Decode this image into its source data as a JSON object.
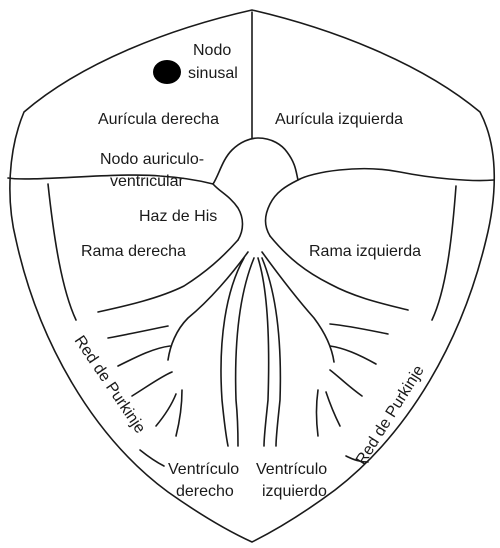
{
  "labels": {
    "nodo_sinusal_line1": "Nodo",
    "nodo_sinusal_line2": "sinusal",
    "auricula_derecha": "Aurícula  derecha",
    "auricula_izquierda": "Aurícula izquierda",
    "nodo_av_line1": "Nodo auriculo-",
    "nodo_av_line2": "ventricular",
    "haz_de_his": "Haz de His",
    "rama_derecha": "Rama derecha",
    "rama_izquierda": "Rama izquierda",
    "red_purkinje_left": "Red de Purkinje",
    "red_purkinje_right": "Red de Purkinje",
    "ventriculo_derecho_line1": "Ventrículo",
    "ventriculo_derecho_line2": "derecho",
    "ventriculo_izquierdo_line1": "Ventrículo",
    "ventriculo_izquierdo_line2": "izquierdo"
  },
  "colors": {
    "line": "#1a1a1a",
    "node_fill": "#000000",
    "background": "#ffffff"
  }
}
